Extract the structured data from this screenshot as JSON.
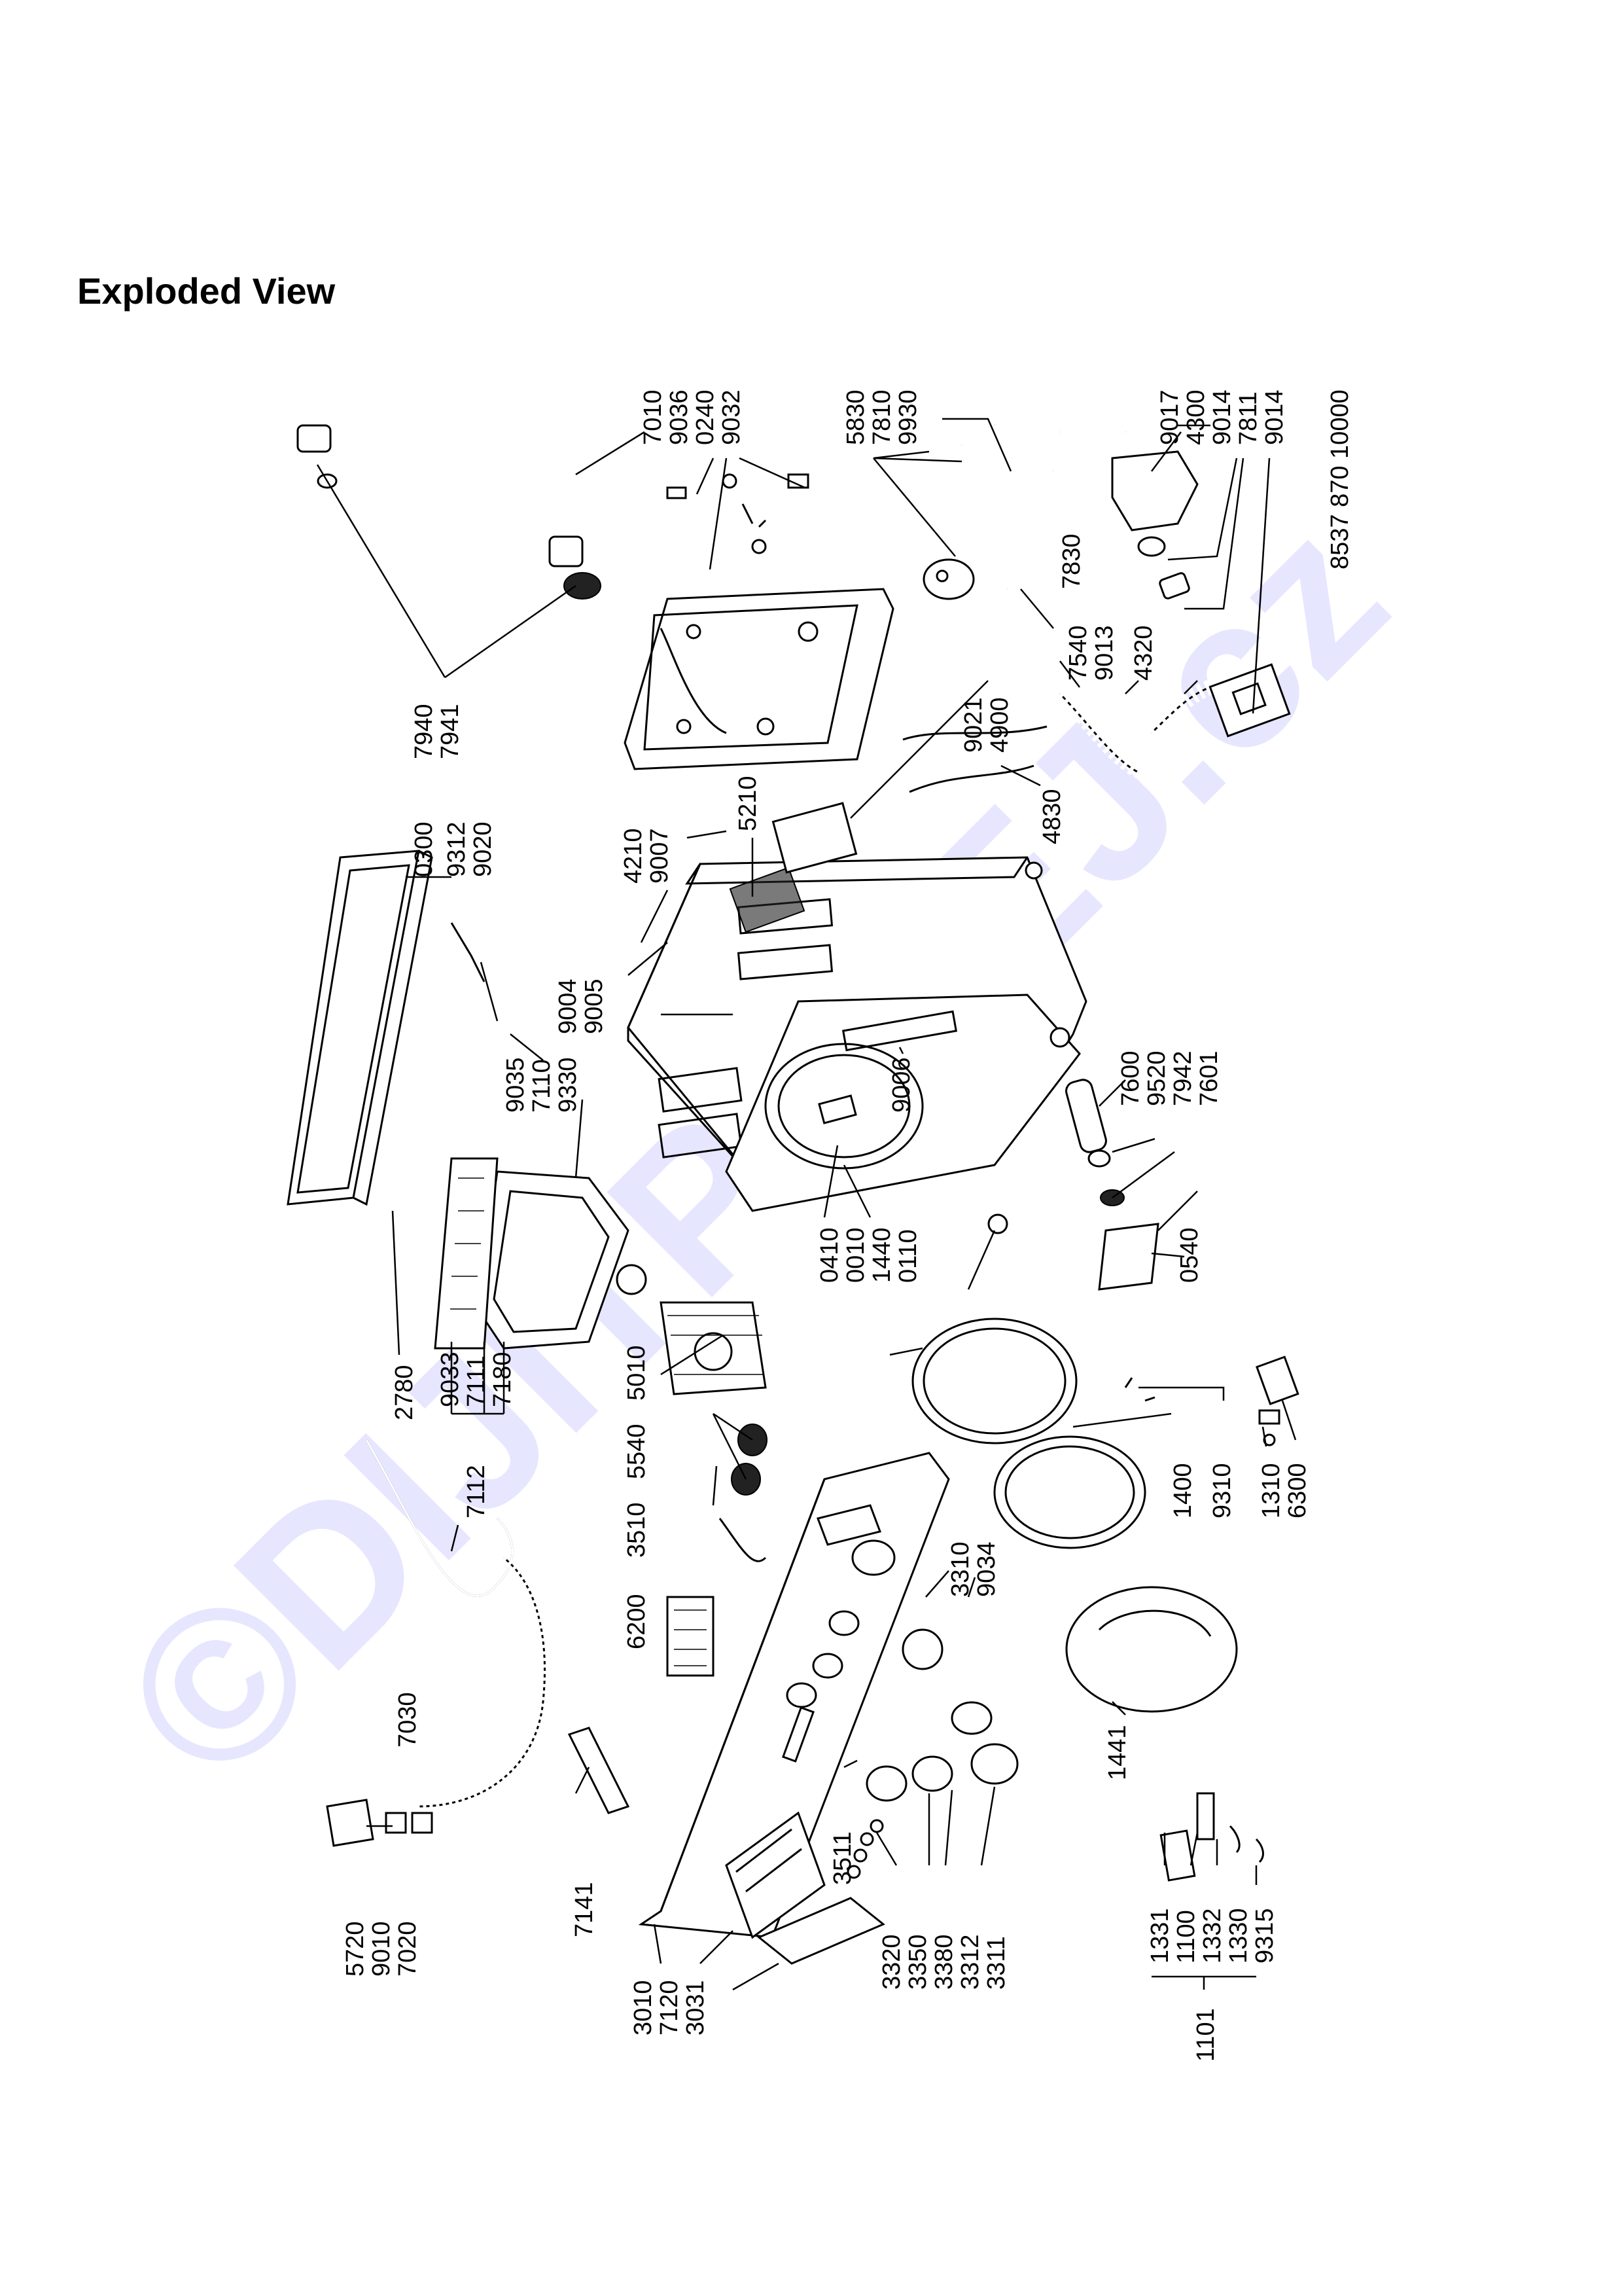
{
  "page": {
    "heading": "Exploded View",
    "watermark": "©DIJITPESEJ.cz",
    "watermark_color": "#c8c8ff"
  },
  "labels": [
    {
      "id": "l7010",
      "text": "7010"
    },
    {
      "id": "l9036",
      "text": "9036"
    },
    {
      "id": "l0240",
      "text": "0240"
    },
    {
      "id": "l9032",
      "text": "9032"
    },
    {
      "id": "l5830",
      "text": "5830"
    },
    {
      "id": "l7810",
      "text": "7810"
    },
    {
      "id": "l9930",
      "text": "9930"
    },
    {
      "id": "l9017",
      "text": "9017"
    },
    {
      "id": "l4300",
      "text": "4300"
    },
    {
      "id": "l9014a",
      "text": "9014"
    },
    {
      "id": "l7811",
      "text": "7811"
    },
    {
      "id": "l9014b",
      "text": "9014"
    },
    {
      "id": "l8537",
      "text": "8537 870 10000"
    },
    {
      "id": "l7830",
      "text": "7830"
    },
    {
      "id": "l7540",
      "text": "7540"
    },
    {
      "id": "l9013",
      "text": "9013"
    },
    {
      "id": "l4320",
      "text": "4320"
    },
    {
      "id": "l9021",
      "text": "9021"
    },
    {
      "id": "l4900",
      "text": "4900"
    },
    {
      "id": "l4830",
      "text": "4830"
    },
    {
      "id": "l7940",
      "text": "7940"
    },
    {
      "id": "l7941",
      "text": "7941"
    },
    {
      "id": "l0300",
      "text": "0300"
    },
    {
      "id": "l9312",
      "text": "9312"
    },
    {
      "id": "l9020",
      "text": "9020"
    },
    {
      "id": "l4210",
      "text": "4210"
    },
    {
      "id": "l9007",
      "text": "9007"
    },
    {
      "id": "l5210",
      "text": "5210"
    },
    {
      "id": "l9004",
      "text": "9004"
    },
    {
      "id": "l9005",
      "text": "9005"
    },
    {
      "id": "l9035",
      "text": "9035"
    },
    {
      "id": "l7110",
      "text": "7110"
    },
    {
      "id": "l9330",
      "text": "9330"
    },
    {
      "id": "l9006",
      "text": "9006"
    },
    {
      "id": "l7600",
      "text": "7600"
    },
    {
      "id": "l9520",
      "text": "9520"
    },
    {
      "id": "l7942",
      "text": "7942"
    },
    {
      "id": "l7601",
      "text": "7601"
    },
    {
      "id": "l0410",
      "text": "0410"
    },
    {
      "id": "l0010",
      "text": "0010"
    },
    {
      "id": "l1440",
      "text": "1440"
    },
    {
      "id": "l0110",
      "text": "0110"
    },
    {
      "id": "l0540",
      "text": "0540"
    },
    {
      "id": "l2780",
      "text": "2780"
    },
    {
      "id": "l9033",
      "text": "9033"
    },
    {
      "id": "l7111",
      "text": "7111"
    },
    {
      "id": "l7180",
      "text": "7180"
    },
    {
      "id": "l7112",
      "text": "7112"
    },
    {
      "id": "l5010",
      "text": "5010"
    },
    {
      "id": "l5540",
      "text": "5540"
    },
    {
      "id": "l3510",
      "text": "3510"
    },
    {
      "id": "l1400",
      "text": "1400"
    },
    {
      "id": "l9310",
      "text": "9310"
    },
    {
      "id": "l1310",
      "text": "1310"
    },
    {
      "id": "l6300",
      "text": "6300"
    },
    {
      "id": "l6200",
      "text": "6200"
    },
    {
      "id": "l3310",
      "text": "3310"
    },
    {
      "id": "l9034",
      "text": "9034"
    },
    {
      "id": "l7030",
      "text": "7030"
    },
    {
      "id": "l1441",
      "text": "1441"
    },
    {
      "id": "l5720",
      "text": "5720"
    },
    {
      "id": "l9010",
      "text": "9010"
    },
    {
      "id": "l7020",
      "text": "7020"
    },
    {
      "id": "l7141",
      "text": "7141"
    },
    {
      "id": "l3511",
      "text": "3511"
    },
    {
      "id": "l3010",
      "text": "3010"
    },
    {
      "id": "l7120",
      "text": "7120"
    },
    {
      "id": "l3031",
      "text": "3031"
    },
    {
      "id": "l3320",
      "text": "3320"
    },
    {
      "id": "l3350",
      "text": "3350"
    },
    {
      "id": "l3380",
      "text": "3380"
    },
    {
      "id": "l3312",
      "text": "3312"
    },
    {
      "id": "l3311",
      "text": "3311"
    },
    {
      "id": "l1331",
      "text": "1331"
    },
    {
      "id": "l1100",
      "text": "1100"
    },
    {
      "id": "l1332",
      "text": "1332"
    },
    {
      "id": "l1330",
      "text": "1330"
    },
    {
      "id": "l9315",
      "text": "9315"
    },
    {
      "id": "l1101",
      "text": "1101"
    }
  ]
}
